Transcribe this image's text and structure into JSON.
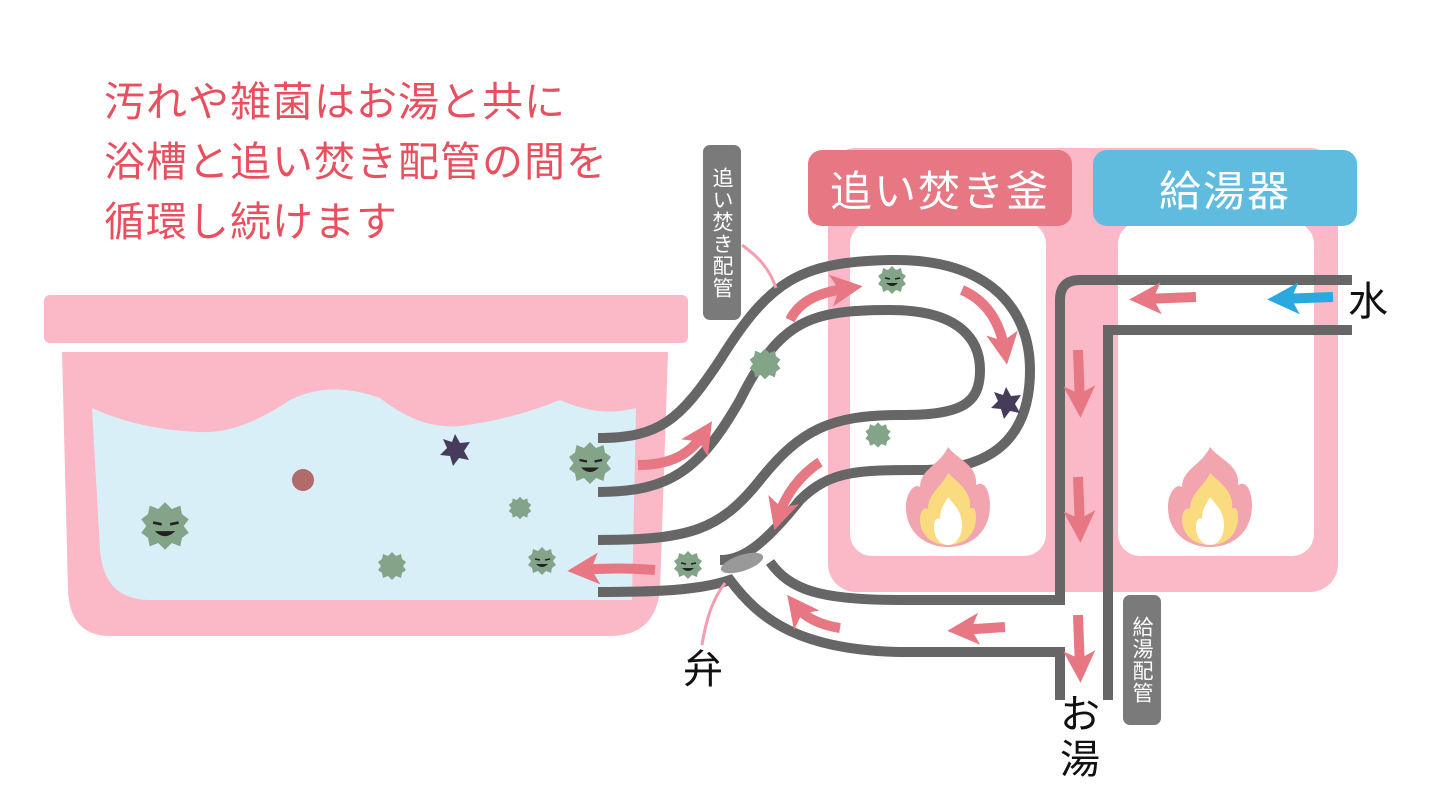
{
  "headline": {
    "lines": [
      "汚れや雑菌はお湯と共に",
      "浴槽と追い焚き配管の間を",
      "循環し続けます"
    ]
  },
  "components": {
    "reheat_boiler": {
      "label": "追い焚き釜",
      "color": "#e87784"
    },
    "water_heater": {
      "label": "給湯器",
      "color": "#5fbcde"
    }
  },
  "pipe_labels": {
    "reheat_pipe": "追い焚き配管",
    "hot_water_pipe": "給湯配管"
  },
  "point_labels": {
    "water_in": "水",
    "hot_water_out_line1": "お",
    "hot_water_out_line2": "湯",
    "valve": "弁"
  },
  "colors": {
    "headline": "#e8505f",
    "tub_pink": "#fbb8c6",
    "water": "#d8eff8",
    "pipe": "#666666",
    "flow_arrow": "#e87784",
    "cold_arrow": "#2aa9e0",
    "germ_green": "#84a48a",
    "germ_dark": "#463b5a",
    "germ_red": "#b26a6a",
    "flame_outer": "#f2a5ae",
    "flame_mid": "#fbdb7f",
    "tag_gray": "#7a7a7a"
  }
}
